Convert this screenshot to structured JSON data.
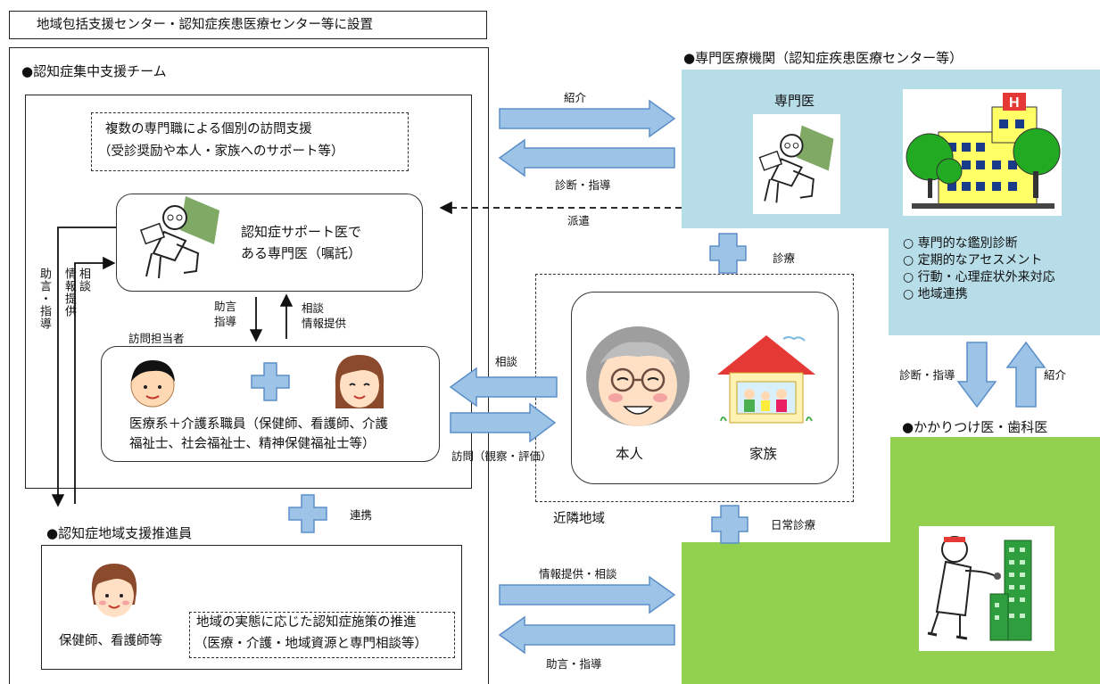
{
  "top_label": "地域包括支援センター・認知症疾患医療センター等に設置",
  "team": {
    "title": "●認知症集中支援チーム",
    "visit_support_line1": "複数の専門職による個別の訪問支援",
    "visit_support_line2": "（受診奨励や本人・家族へのサポート等）",
    "doctor_line1": "認知症サポート医で",
    "doctor_line2": "ある専門医（嘱託）",
    "advice_guidance": "助言\n指導",
    "consult_info": "相談\n情報提供",
    "visit_staff": "訪問担当者",
    "staff_line1": "医療系＋介護系職員（保健師、看護師、介護",
    "staff_line2": "福祉士、社会福祉士、精神保健福祉士等）",
    "left_advice": "助言・指導",
    "left_info1": "相談",
    "left_info2": "情報提供"
  },
  "promoter": {
    "title": "●認知症地域支援推進員",
    "people": "保健師、看護師等",
    "policy_line1": "地域の実態に応じた認知症施策の推進",
    "policy_line2": "（医療・介護・地域資源と専門相談等）",
    "link": "連携"
  },
  "specialist": {
    "title": "●専門医療機関（認知症疾患医療センター等）",
    "doctor": "専門医",
    "items": [
      "○ 専門的な鑑別診断",
      "○ 定期的なアセスメント",
      "○ 行動・心理症状外来対応",
      "○ 地域連携"
    ]
  },
  "arrows": {
    "referral_top": "紹介",
    "diagnosis_top": "診断・指導",
    "dispatch": "派遣",
    "treatment": "診療",
    "consult": "相談",
    "visit": "訪問（観察・評価）",
    "daily_care": "日常診療",
    "diag_right": "診断・指導",
    "referral_right": "紹介",
    "info_consult": "情報提供・相談",
    "advice_bottom": "助言・指導"
  },
  "center": {
    "person": "本人",
    "family": "家族",
    "neighborhood": "近隣地域"
  },
  "gp": {
    "title": "●かかりつけ医・歯科医"
  },
  "colors": {
    "light_blue": "#b7dde8",
    "green": "#92d050",
    "arrow_fill": "#9dc3e6",
    "arrow_stroke": "#5b8fc9"
  }
}
